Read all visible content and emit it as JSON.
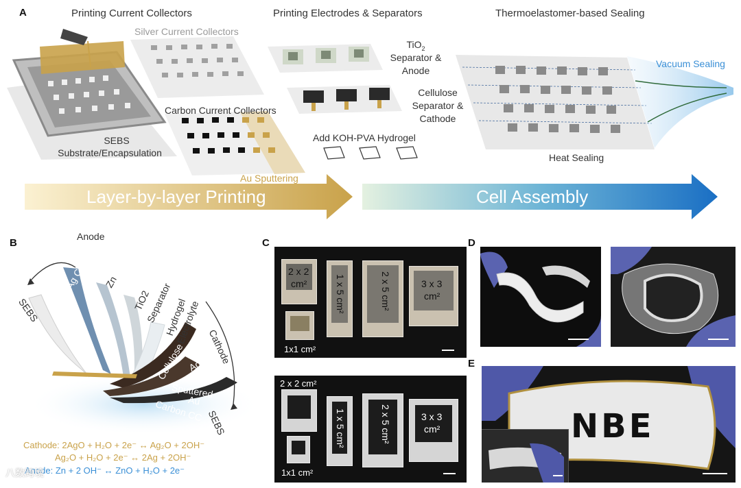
{
  "panelA": {
    "letter": "A",
    "headers": {
      "printing_cc": "Printing Current Collectors",
      "printing_es": "Printing Electrodes & Separators",
      "sealing": "Thermoelastomer-based Sealing"
    },
    "labels": {
      "silver_cc": "Silver Current Collectors",
      "carbon_cc": "Carbon Current Collectors",
      "sebs_1": "SEBS",
      "sebs_2": "Substrate/Encapsulation",
      "au_sputtering": "Au Sputtering",
      "tio2_1": "TiO",
      "tio2_sub": "2",
      "tio2_2": "Separator &",
      "tio2_3": "Anode",
      "cell_1": "Cellulose",
      "cell_2": "Separator &",
      "cell_3": "Cathode",
      "koh": "Add KOH-PVA Hydrogel",
      "vacuum": "Vacuum Sealing",
      "heat": "Heat Sealing"
    },
    "arrows": {
      "printing": "Layer-by-layer Printing",
      "assembly": "Cell Assembly"
    },
    "colors": {
      "gold": "#c9a24a",
      "blue": "#1a6fc4"
    }
  },
  "panelB": {
    "letter": "B",
    "anode": "Anode",
    "cathode": "Cathode",
    "layers": {
      "sebs_top": "SEBS",
      "ag_cc": "Ag CC",
      "zn": "Zn",
      "tio2": "TiO2",
      "separator": "Separator",
      "hydrogel": "Hydrogel",
      "electrolyte": "Electrolyte",
      "cellulose": "Cellulose",
      "ago": "AgO",
      "sputtered": "Sputtered",
      "au": "Au",
      "carbon_cc": "Carbon CC",
      "sebs_bottom": "SEBS"
    },
    "equations": {
      "cathode_line1": "Cathode: 2AgO + H₂O + 2e⁻ ↔ Ag₂O + 2OH⁻",
      "cathode_line2": "Ag₂O + H₂O + 2e⁻ ↔ 2Ag + 2OH⁻",
      "anode_line": "Anode: Zn + 2 OH⁻ ↔ ZnO + H₂O + 2e⁻"
    }
  },
  "panelC": {
    "letter": "C",
    "top": {
      "c2x2a": "2 x 2",
      "c2x2b": "cm²",
      "c1x5": "1 x 5 cm²",
      "c2x5": "2 x 5 cm²",
      "c3x3a": "3 x 3",
      "c3x3b": "cm²",
      "c1x1": "1x1 cm²"
    },
    "bottom": {
      "c2x2": "2 x 2 cm²",
      "c1x5": "1 x 5 cm²",
      "c2x5": "2 x 5 cm²",
      "c3x3a": "3 x 3",
      "c3x3b": "cm²",
      "c1x1": "1x1 cm²"
    }
  },
  "panelD": {
    "letter": "D"
  },
  "panelE": {
    "letter": "E",
    "nbe": "NBE"
  },
  "watermark": "八数跨境"
}
